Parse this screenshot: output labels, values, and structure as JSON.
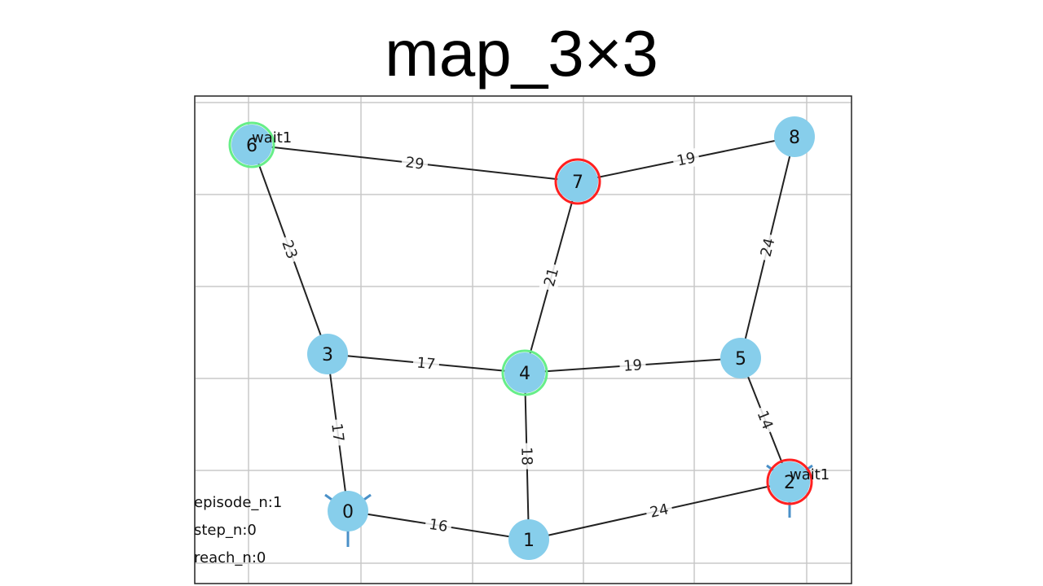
{
  "title": "map_3×3",
  "info": {
    "episode": "episode_n:1",
    "step": "step_n:0",
    "reach": "reach_n:0"
  },
  "nodes": [
    {
      "id": "0",
      "ring": "none",
      "agent": true
    },
    {
      "id": "1",
      "ring": "none"
    },
    {
      "id": "2",
      "ring": "red",
      "agent": true,
      "tag": "wait1"
    },
    {
      "id": "3",
      "ring": "none"
    },
    {
      "id": "4",
      "ring": "green"
    },
    {
      "id": "5",
      "ring": "none"
    },
    {
      "id": "6",
      "ring": "green",
      "tag": "wait1"
    },
    {
      "id": "7",
      "ring": "red"
    },
    {
      "id": "8",
      "ring": "none"
    }
  ],
  "edges": [
    {
      "from": "6",
      "to": "7",
      "weight": "29"
    },
    {
      "from": "7",
      "to": "8",
      "weight": "19"
    },
    {
      "from": "6",
      "to": "3",
      "weight": "23"
    },
    {
      "from": "7",
      "to": "4",
      "weight": "21"
    },
    {
      "from": "8",
      "to": "5",
      "weight": "24"
    },
    {
      "from": "3",
      "to": "4",
      "weight": "17"
    },
    {
      "from": "4",
      "to": "5",
      "weight": "19"
    },
    {
      "from": "3",
      "to": "0",
      "weight": "17"
    },
    {
      "from": "4",
      "to": "1",
      "weight": "18"
    },
    {
      "from": "5",
      "to": "2",
      "weight": "14"
    },
    {
      "from": "0",
      "to": "1",
      "weight": "16"
    },
    {
      "from": "1",
      "to": "2",
      "weight": "24"
    }
  ],
  "colors": {
    "node": "#87ceeb",
    "ring_red": "#ff2020",
    "ring_green": "#66ee88",
    "agent_marker": "#4a90c8",
    "edge": "#222222",
    "grid": "#c8c8c8"
  }
}
